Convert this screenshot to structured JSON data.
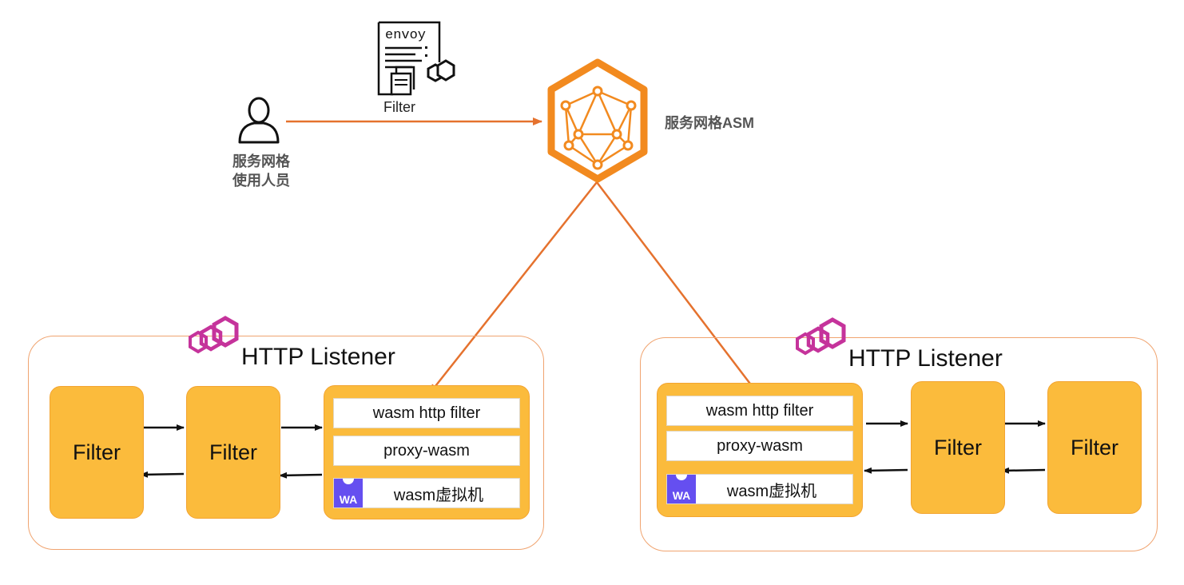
{
  "actors": {
    "user_label": [
      "服务网格",
      "使用人员"
    ],
    "filter_doc": {
      "header": "envoy",
      "label": "Filter"
    },
    "asm_label": "服务网格ASM"
  },
  "listeners": [
    {
      "title": "HTTP Listener",
      "filters": [
        "Filter",
        "Filter"
      ],
      "wasm_stack": {
        "filter": "wasm http filter",
        "sdk": "proxy-wasm",
        "vm": "wasm虚拟机",
        "badge": "WA"
      }
    },
    {
      "title": "HTTP Listener",
      "filters": [
        "Filter",
        "Filter"
      ],
      "wasm_stack": {
        "filter": "wasm http filter",
        "sdk": "proxy-wasm",
        "vm": "wasm虚拟机",
        "badge": "WA"
      }
    }
  ],
  "colors": {
    "link_orange": "#e5722e",
    "asm_orange": "#f28a1f",
    "filter_fill": "#fbbb3c",
    "listener_border": "#f0a470",
    "envoy_pink": "#c5339b",
    "wasm_purple": "#654ff0"
  }
}
